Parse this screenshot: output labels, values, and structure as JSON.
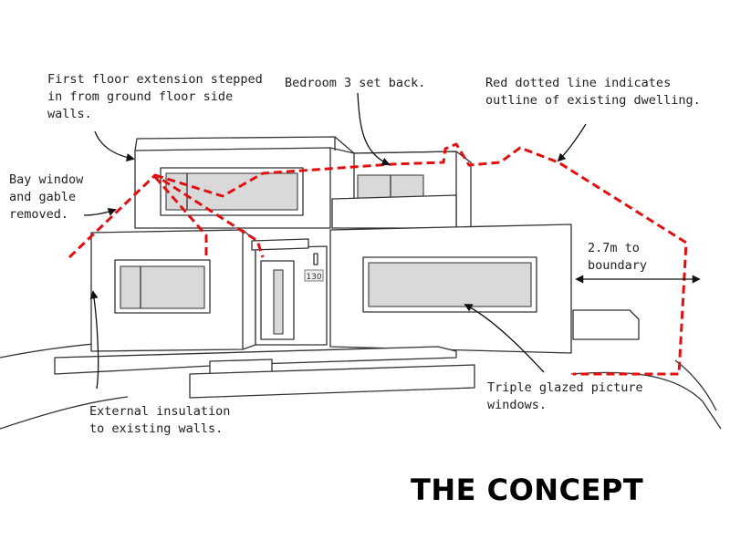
{
  "title": "THE CONCEPT",
  "house_number": "130",
  "annotations": {
    "first_floor": "First floor extension stepped\nin from ground floor side\nwalls.",
    "bedroom": "Bedroom 3 set back.",
    "red_line": "Red dotted line indicates\noutline of existing dwelling.",
    "bay_window": "Bay window\nand gable\nremoved.",
    "boundary": "2.7m to\nboundary",
    "insulation": "External insulation\nto existing walls.",
    "windows": "Triple glazed picture\nwindows."
  },
  "colors": {
    "outline_red": "#e01010",
    "line": "#333333",
    "glass": "#d9d9d9"
  }
}
